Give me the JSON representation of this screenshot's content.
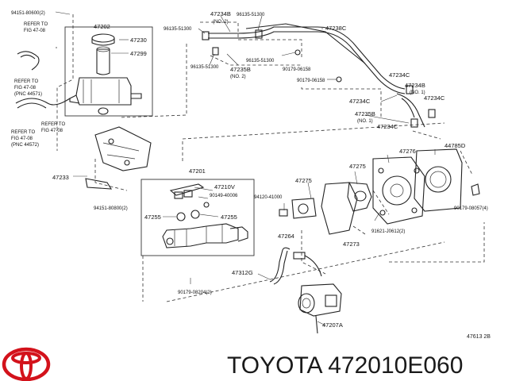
{
  "diagram": {
    "labels": {
      "l94151_80600": "94151-80600(2)",
      "refer1a": "REFER TO",
      "refer1b": "FIG 47-08",
      "refer2a": "REFER TO",
      "refer2b": "FIG 47-08",
      "refer2c": "(PNC 44571)",
      "refer3a": "REFER TO",
      "refer3b": "FIG 47-08",
      "refer4a": "REFER TO",
      "refer4b": "FIG 47-08",
      "refer4c": "(PNC 44572)",
      "l47202": "47202",
      "l47230": "47230",
      "l47299": "47299",
      "l96135_51300a": "96135-51300",
      "l96135_51300b": "96135-51300",
      "l96135_51300c": "96135-51300",
      "l96135_51300d": "96135-51300",
      "l47234B_a": "47234B",
      "no2a": "(NO. 2)",
      "l47235B_a": "47235B",
      "no2b": "(NO. 2)",
      "l47238C": "47238C",
      "l90179_06158a": "90179-06158",
      "l90179_06158b": "90179-06158",
      "l47234C_a": "47234C",
      "l47234B_b": "47234B",
      "no1a": "(NO. 1)",
      "l47234C_b": "47234C",
      "l47234C_c": "47234C",
      "l47235B_b": "47235B",
      "no1b": "(NO. 1)",
      "l47234C_d": "47234C",
      "l47276": "47276",
      "l44785D": "44785D",
      "l47233": "47233",
      "l47201": "47201",
      "l47210V": "47210V",
      "l90149_40006": "90149-40006",
      "l47255a": "47255",
      "l47255b": "47255",
      "l94151_80800": "94151-80800(2)",
      "l47275a": "47275",
      "l47275b": "47275",
      "l94120_41000": "94120-41000",
      "l47264": "47264",
      "l91621_J0612": "91621-J0612(2)",
      "l47273": "47273",
      "l90179_08057": "90179-08057(4)",
      "l47312G": "47312G",
      "l90179_08204": "90179-08204(2)",
      "l47207A": "47207A",
      "code": "47613 2B"
    }
  },
  "footer": {
    "brand_text": "TOYOTA 472010E060"
  },
  "colors": {
    "logo_red": "#d3121b",
    "line": "#222222",
    "background": "#ffffff"
  }
}
